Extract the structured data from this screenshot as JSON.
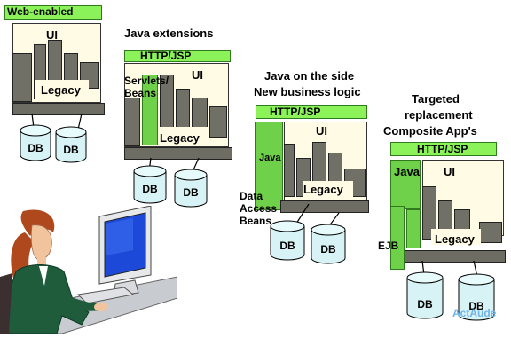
{
  "panels": [
    {
      "title": "Web-enabled",
      "ui": "UI",
      "legacy": "Legacy",
      "db": [
        "DB",
        "DB"
      ]
    },
    {
      "title": "Java extensions",
      "tier": "HTTP/JSP",
      "ui": "UI",
      "servlets": "Servlets/\nBeans",
      "legacy": "Legacy",
      "db": [
        "DB",
        "DB"
      ]
    },
    {
      "title_lines": [
        "Java on the side",
        "New business logic"
      ],
      "tier": "HTTP/JSP",
      "ui": "UI",
      "java": "Java",
      "legacy": "Legacy",
      "data_access": [
        "Data",
        "Access",
        "Beans"
      ],
      "db": [
        "DB",
        "DB"
      ]
    },
    {
      "title_lines": [
        "Targeted",
        "replacement",
        "Composite App's"
      ],
      "tier": "HTTP/JSP",
      "ui": "UI",
      "java": "Java",
      "ejb": "EJB",
      "legacy": "Legacy",
      "db": [
        "DB",
        "DB"
      ]
    }
  ],
  "watermark": "ActAude",
  "colors": {
    "green": "#8cf25a",
    "cream": "#fffbe4",
    "block": "#707066",
    "db_fill": "#d7f3f5"
  }
}
